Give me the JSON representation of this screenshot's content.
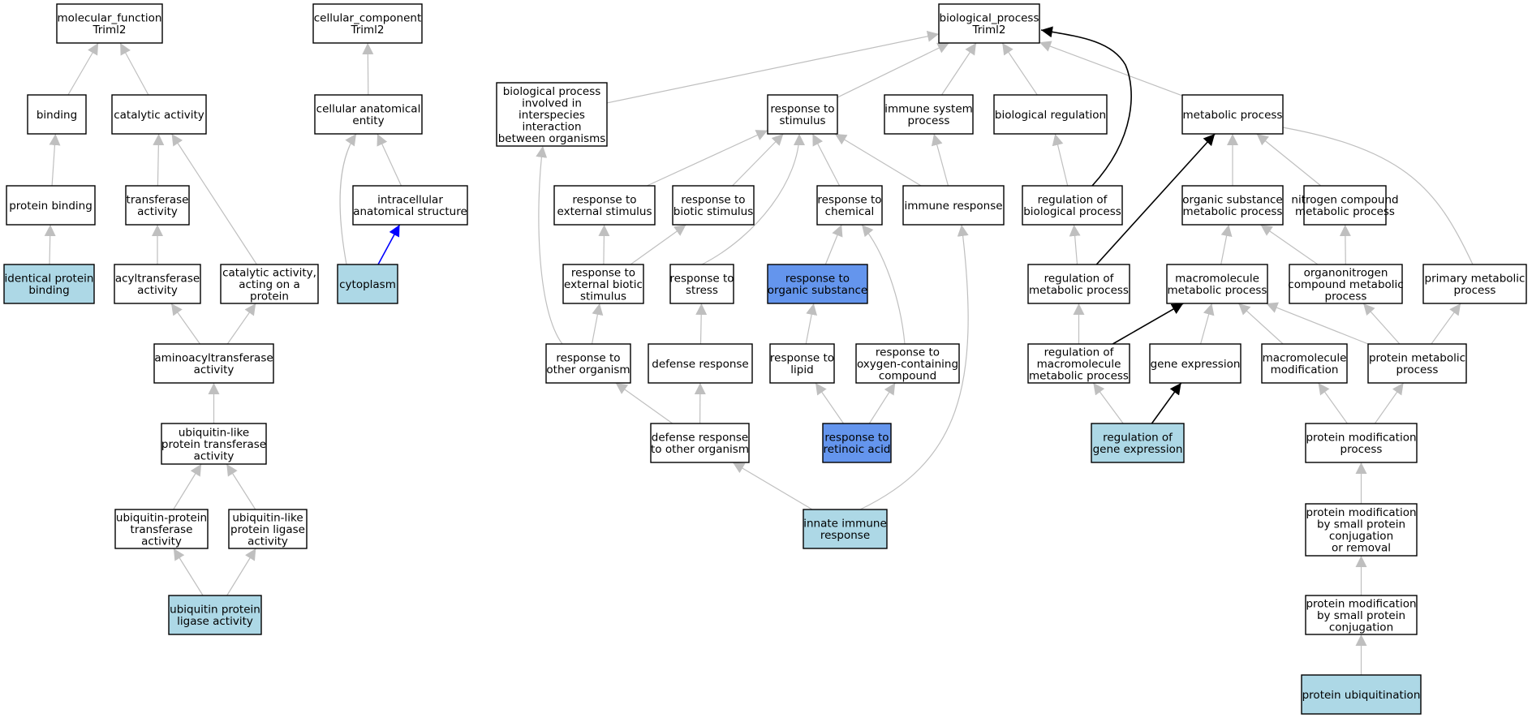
{
  "colors": {
    "default_fill": "#ffffff",
    "annotated_fill": "#add8e6",
    "highlight_fill": "#6495ed",
    "edge_default": "#bfbfbf",
    "edge_black": "#000000",
    "edge_blue": "#0000ff"
  },
  "nodes": {
    "mf_root": {
      "label": "molecular_function\nTriml2",
      "fill": "default"
    },
    "binding": {
      "label": "binding",
      "fill": "default"
    },
    "catalytic_activity": {
      "label": "catalytic activity",
      "fill": "default"
    },
    "protein_binding": {
      "label": "protein binding",
      "fill": "default"
    },
    "transferase_activity": {
      "label": "transferase\nactivity",
      "fill": "default"
    },
    "identical_protein_binding": {
      "label": "identical protein\nbinding",
      "fill": "annotated"
    },
    "acyltransferase_activity": {
      "label": "acyltransferase\nactivity",
      "fill": "default"
    },
    "catalytic_acting_on_protein": {
      "label": "catalytic activity,\nacting on a\nprotein",
      "fill": "default"
    },
    "aminoacyltransferase_activity": {
      "label": "aminoacyltransferase\nactivity",
      "fill": "default"
    },
    "ubl_protein_transferase": {
      "label": "ubiquitin-like\nprotein transferase\nactivity",
      "fill": "default"
    },
    "ubiquitin_protein_transferase": {
      "label": "ubiquitin-protein\ntransferase\nactivity",
      "fill": "default"
    },
    "ubl_protein_ligase": {
      "label": "ubiquitin-like\nprotein ligase\nactivity",
      "fill": "default"
    },
    "ubiquitin_protein_ligase": {
      "label": "ubiquitin protein\nligase activity",
      "fill": "annotated"
    },
    "cc_root": {
      "label": "cellular_component\nTriml2",
      "fill": "default"
    },
    "cellular_anatomical_entity": {
      "label": "cellular anatomical\nentity",
      "fill": "default"
    },
    "intracellular_structure": {
      "label": "intracellular\nanatomical structure",
      "fill": "default"
    },
    "cytoplasm": {
      "label": "cytoplasm",
      "fill": "annotated"
    },
    "bp_root": {
      "label": "biological_process\nTriml2",
      "fill": "default"
    },
    "bp_interspecies": {
      "label": "biological process\ninvolved in\ninterspecies\ninteraction\nbetween organisms",
      "fill": "default"
    },
    "response_to_stimulus": {
      "label": "response to\nstimulus",
      "fill": "default"
    },
    "immune_system_process": {
      "label": "immune system\nprocess",
      "fill": "default"
    },
    "biological_regulation": {
      "label": "biological regulation",
      "fill": "default"
    },
    "metabolic_process": {
      "label": "metabolic process",
      "fill": "default"
    },
    "response_external_stimulus": {
      "label": "response to\nexternal stimulus",
      "fill": "default"
    },
    "response_biotic_stimulus": {
      "label": "response to\nbiotic stimulus",
      "fill": "default"
    },
    "response_to_chemical": {
      "label": "response to\nchemical",
      "fill": "default"
    },
    "immune_response": {
      "label": "immune response",
      "fill": "default"
    },
    "regulation_biological_process": {
      "label": "regulation of\nbiological process",
      "fill": "default"
    },
    "organic_substance_metabolic": {
      "label": "organic substance\nmetabolic process",
      "fill": "default"
    },
    "nitrogen_compound_metabolic": {
      "label": "nitrogen compound\nmetabolic process",
      "fill": "default"
    },
    "response_external_biotic": {
      "label": "response to\nexternal biotic\nstimulus",
      "fill": "default"
    },
    "response_to_stress": {
      "label": "response to\nstress",
      "fill": "default"
    },
    "response_organic_substance": {
      "label": "response to\norganic substance",
      "fill": "highlight"
    },
    "regulation_metabolic_process": {
      "label": "regulation of\nmetabolic process",
      "fill": "default"
    },
    "macromolecule_metabolic": {
      "label": "macromolecule\nmetabolic process",
      "fill": "default"
    },
    "organonitrogen_metabolic": {
      "label": "organonitrogen\ncompound metabolic\nprocess",
      "fill": "default"
    },
    "primary_metabolic": {
      "label": "primary metabolic\nprocess",
      "fill": "default"
    },
    "response_other_organism": {
      "label": "response to\nother organism",
      "fill": "default"
    },
    "defense_response": {
      "label": "defense response",
      "fill": "default"
    },
    "response_to_lipid": {
      "label": "response to\nlipid",
      "fill": "default"
    },
    "response_oxygen_compound": {
      "label": "response to\noxygen-containing\ncompound",
      "fill": "default"
    },
    "regulation_macromolecule_metabolic": {
      "label": "regulation of\nmacromolecule\nmetabolic process",
      "fill": "default"
    },
    "gene_expression": {
      "label": "gene expression",
      "fill": "default"
    },
    "macromolecule_modification": {
      "label": "macromolecule\nmodification",
      "fill": "default"
    },
    "protein_metabolic": {
      "label": "protein metabolic\nprocess",
      "fill": "default"
    },
    "defense_response_other_organism": {
      "label": "defense response\nto other organism",
      "fill": "default"
    },
    "response_retinoic_acid": {
      "label": "response to\nretinoic acid",
      "fill": "highlight"
    },
    "regulation_gene_expression": {
      "label": "regulation of\ngene expression",
      "fill": "annotated"
    },
    "protein_modification_process": {
      "label": "protein modification\nprocess",
      "fill": "default"
    },
    "innate_immune_response": {
      "label": "innate immune\nresponse",
      "fill": "annotated"
    },
    "pm_small_protein_conj_or_removal": {
      "label": "protein modification\nby small protein\nconjugation\nor removal",
      "fill": "default"
    },
    "pm_small_protein_conj": {
      "label": "protein modification\nby small protein\nconjugation",
      "fill": "default"
    },
    "protein_ubiquitination": {
      "label": "protein ubiquitination",
      "fill": "annotated"
    }
  },
  "edges": [
    {
      "from": "binding",
      "to": "mf_root",
      "color": "default"
    },
    {
      "from": "catalytic_activity",
      "to": "mf_root",
      "color": "default"
    },
    {
      "from": "protein_binding",
      "to": "binding",
      "color": "default"
    },
    {
      "from": "transferase_activity",
      "to": "catalytic_activity",
      "color": "default"
    },
    {
      "from": "catalytic_acting_on_protein",
      "to": "catalytic_activity",
      "color": "default"
    },
    {
      "from": "identical_protein_binding",
      "to": "protein_binding",
      "color": "default"
    },
    {
      "from": "acyltransferase_activity",
      "to": "transferase_activity",
      "color": "default"
    },
    {
      "from": "aminoacyltransferase_activity",
      "to": "acyltransferase_activity",
      "color": "default"
    },
    {
      "from": "aminoacyltransferase_activity",
      "to": "catalytic_acting_on_protein",
      "color": "default"
    },
    {
      "from": "ubl_protein_transferase",
      "to": "aminoacyltransferase_activity",
      "color": "default"
    },
    {
      "from": "ubiquitin_protein_transferase",
      "to": "ubl_protein_transferase",
      "color": "default"
    },
    {
      "from": "ubl_protein_ligase",
      "to": "ubl_protein_transferase",
      "color": "default"
    },
    {
      "from": "ubiquitin_protein_ligase",
      "to": "ubiquitin_protein_transferase",
      "color": "default"
    },
    {
      "from": "ubiquitin_protein_ligase",
      "to": "ubl_protein_ligase",
      "color": "default"
    },
    {
      "from": "cellular_anatomical_entity",
      "to": "cc_root",
      "color": "default"
    },
    {
      "from": "intracellular_structure",
      "to": "cellular_anatomical_entity",
      "color": "default"
    },
    {
      "from": "cytoplasm",
      "to": "cellular_anatomical_entity",
      "color": "default"
    },
    {
      "from": "cytoplasm",
      "to": "intracellular_structure",
      "color": "blue"
    },
    {
      "from": "bp_interspecies",
      "to": "bp_root",
      "color": "default"
    },
    {
      "from": "response_to_stimulus",
      "to": "bp_root",
      "color": "default"
    },
    {
      "from": "immune_system_process",
      "to": "bp_root",
      "color": "default"
    },
    {
      "from": "biological_regulation",
      "to": "bp_root",
      "color": "default"
    },
    {
      "from": "metabolic_process",
      "to": "bp_root",
      "color": "default"
    },
    {
      "from": "regulation_biological_process",
      "to": "bp_root",
      "color": "black"
    },
    {
      "from": "response_external_stimulus",
      "to": "response_to_stimulus",
      "color": "default"
    },
    {
      "from": "response_biotic_stimulus",
      "to": "response_to_stimulus",
      "color": "default"
    },
    {
      "from": "response_to_chemical",
      "to": "response_to_stimulus",
      "color": "default"
    },
    {
      "from": "immune_response",
      "to": "response_to_stimulus",
      "color": "default"
    },
    {
      "from": "response_to_stress",
      "to": "response_to_stimulus",
      "color": "default"
    },
    {
      "from": "immune_response",
      "to": "immune_system_process",
      "color": "default"
    },
    {
      "from": "regulation_biological_process",
      "to": "biological_regulation",
      "color": "default"
    },
    {
      "from": "organic_substance_metabolic",
      "to": "metabolic_process",
      "color": "default"
    },
    {
      "from": "nitrogen_compound_metabolic",
      "to": "metabolic_process",
      "color": "default"
    },
    {
      "from": "primary_metabolic",
      "to": "metabolic_process",
      "color": "default"
    },
    {
      "from": "regulation_metabolic_process",
      "to": "metabolic_process",
      "color": "black"
    },
    {
      "from": "response_external_biotic",
      "to": "response_external_stimulus",
      "color": "default"
    },
    {
      "from": "response_external_biotic",
      "to": "response_biotic_stimulus",
      "color": "default"
    },
    {
      "from": "response_organic_substance",
      "to": "response_to_chemical",
      "color": "default"
    },
    {
      "from": "response_oxygen_compound",
      "to": "response_to_chemical",
      "color": "default"
    },
    {
      "from": "innate_immune_response",
      "to": "immune_response",
      "color": "default"
    },
    {
      "from": "regulation_metabolic_process",
      "to": "regulation_biological_process",
      "color": "default"
    },
    {
      "from": "macromolecule_metabolic",
      "to": "organic_substance_metabolic",
      "color": "default"
    },
    {
      "from": "organonitrogen_metabolic",
      "to": "organic_substance_metabolic",
      "color": "default"
    },
    {
      "from": "organonitrogen_metabolic",
      "to": "nitrogen_compound_metabolic",
      "color": "default"
    },
    {
      "from": "response_other_organism",
      "to": "response_external_biotic",
      "color": "default"
    },
    {
      "from": "response_other_organism",
      "to": "bp_interspecies",
      "color": "default"
    },
    {
      "from": "defense_response",
      "to": "response_to_stress",
      "color": "default"
    },
    {
      "from": "response_to_lipid",
      "to": "response_organic_substance",
      "color": "default"
    },
    {
      "from": "regulation_macromolecule_metabolic",
      "to": "regulation_metabolic_process",
      "color": "default"
    },
    {
      "from": "regulation_macromolecule_metabolic",
      "to": "macromolecule_metabolic",
      "color": "black"
    },
    {
      "from": "gene_expression",
      "to": "macromolecule_metabolic",
      "color": "default"
    },
    {
      "from": "macromolecule_modification",
      "to": "macromolecule_metabolic",
      "color": "default"
    },
    {
      "from": "protein_metabolic",
      "to": "macromolecule_metabolic",
      "color": "default"
    },
    {
      "from": "protein_metabolic",
      "to": "organonitrogen_metabolic",
      "color": "default"
    },
    {
      "from": "protein_metabolic",
      "to": "primary_metabolic",
      "color": "default"
    },
    {
      "from": "defense_response_other_organism",
      "to": "response_other_organism",
      "color": "default"
    },
    {
      "from": "defense_response_other_organism",
      "to": "defense_response",
      "color": "default"
    },
    {
      "from": "response_retinoic_acid",
      "to": "response_to_lipid",
      "color": "default"
    },
    {
      "from": "response_retinoic_acid",
      "to": "response_oxygen_compound",
      "color": "default"
    },
    {
      "from": "regulation_gene_expression",
      "to": "regulation_macromolecule_metabolic",
      "color": "default"
    },
    {
      "from": "regulation_gene_expression",
      "to": "gene_expression",
      "color": "black"
    },
    {
      "from": "protein_modification_process",
      "to": "macromolecule_modification",
      "color": "default"
    },
    {
      "from": "protein_modification_process",
      "to": "protein_metabolic",
      "color": "default"
    },
    {
      "from": "innate_immune_response",
      "to": "defense_response_other_organism",
      "color": "default"
    },
    {
      "from": "pm_small_protein_conj_or_removal",
      "to": "protein_modification_process",
      "color": "default"
    },
    {
      "from": "pm_small_protein_conj",
      "to": "pm_small_protein_conj_or_removal",
      "color": "default"
    },
    {
      "from": "protein_ubiquitination",
      "to": "pm_small_protein_conj",
      "color": "default"
    }
  ]
}
